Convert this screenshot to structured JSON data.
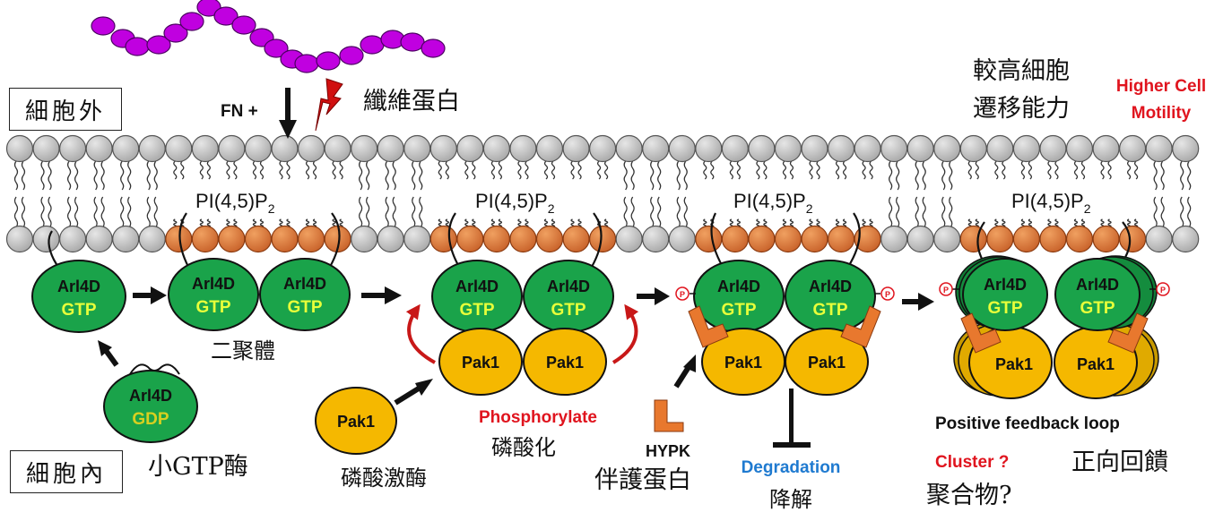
{
  "colors": {
    "fibronectin": "#c000e0",
    "lipid_head": "#c8c8c8",
    "pip2_head": "#e07a35",
    "arl4d": "#1aa34a",
    "pak1": "#f5b800",
    "gtp_text": "#e8ff3a",
    "gdp_text": "#d8d020",
    "red_label": "#e0141e",
    "blue_label": "#1f7ad0",
    "hypk": "#e8782e",
    "phospho_circle": "#e0141e",
    "lightning": "#d01010"
  },
  "regions": {
    "extracellular": "細胞外",
    "intracellular": "細胞內"
  },
  "stimulus": {
    "fn_label": "FN +",
    "fibronectin_cn": "纖維蛋白"
  },
  "outcome": {
    "motility_cn_line1": "較高細胞",
    "motility_cn_line2": "遷移能力",
    "motility_en_line1": "Higher Cell",
    "motility_en_line2": "Motility"
  },
  "membrane": {
    "pip2_label_main": "PI(4,5)P",
    "pip2_label_sub": "2"
  },
  "proteins": {
    "arl4d": "Arl4D",
    "gtp": "GTP",
    "gdp": "GDP",
    "pak1": "Pak1",
    "phospho": "P"
  },
  "labels": {
    "small_gtpase_cn": "小GTP酶",
    "dimer_cn": "二聚體",
    "kinase_cn": "磷酸激酶",
    "phosphorylate_en": "Phosphorylate",
    "phosphorylate_cn": "磷酸化",
    "hypk_en": "HYPK",
    "chaperone_cn": "伴護蛋白",
    "degradation_en": "Degradation",
    "degradation_cn": "降解",
    "positive_feedback_en": "Positive feedback loop",
    "positive_feedback_cn": "正向回饋",
    "cluster_en": "Cluster ?",
    "cluster_cn": "聚合物?"
  }
}
